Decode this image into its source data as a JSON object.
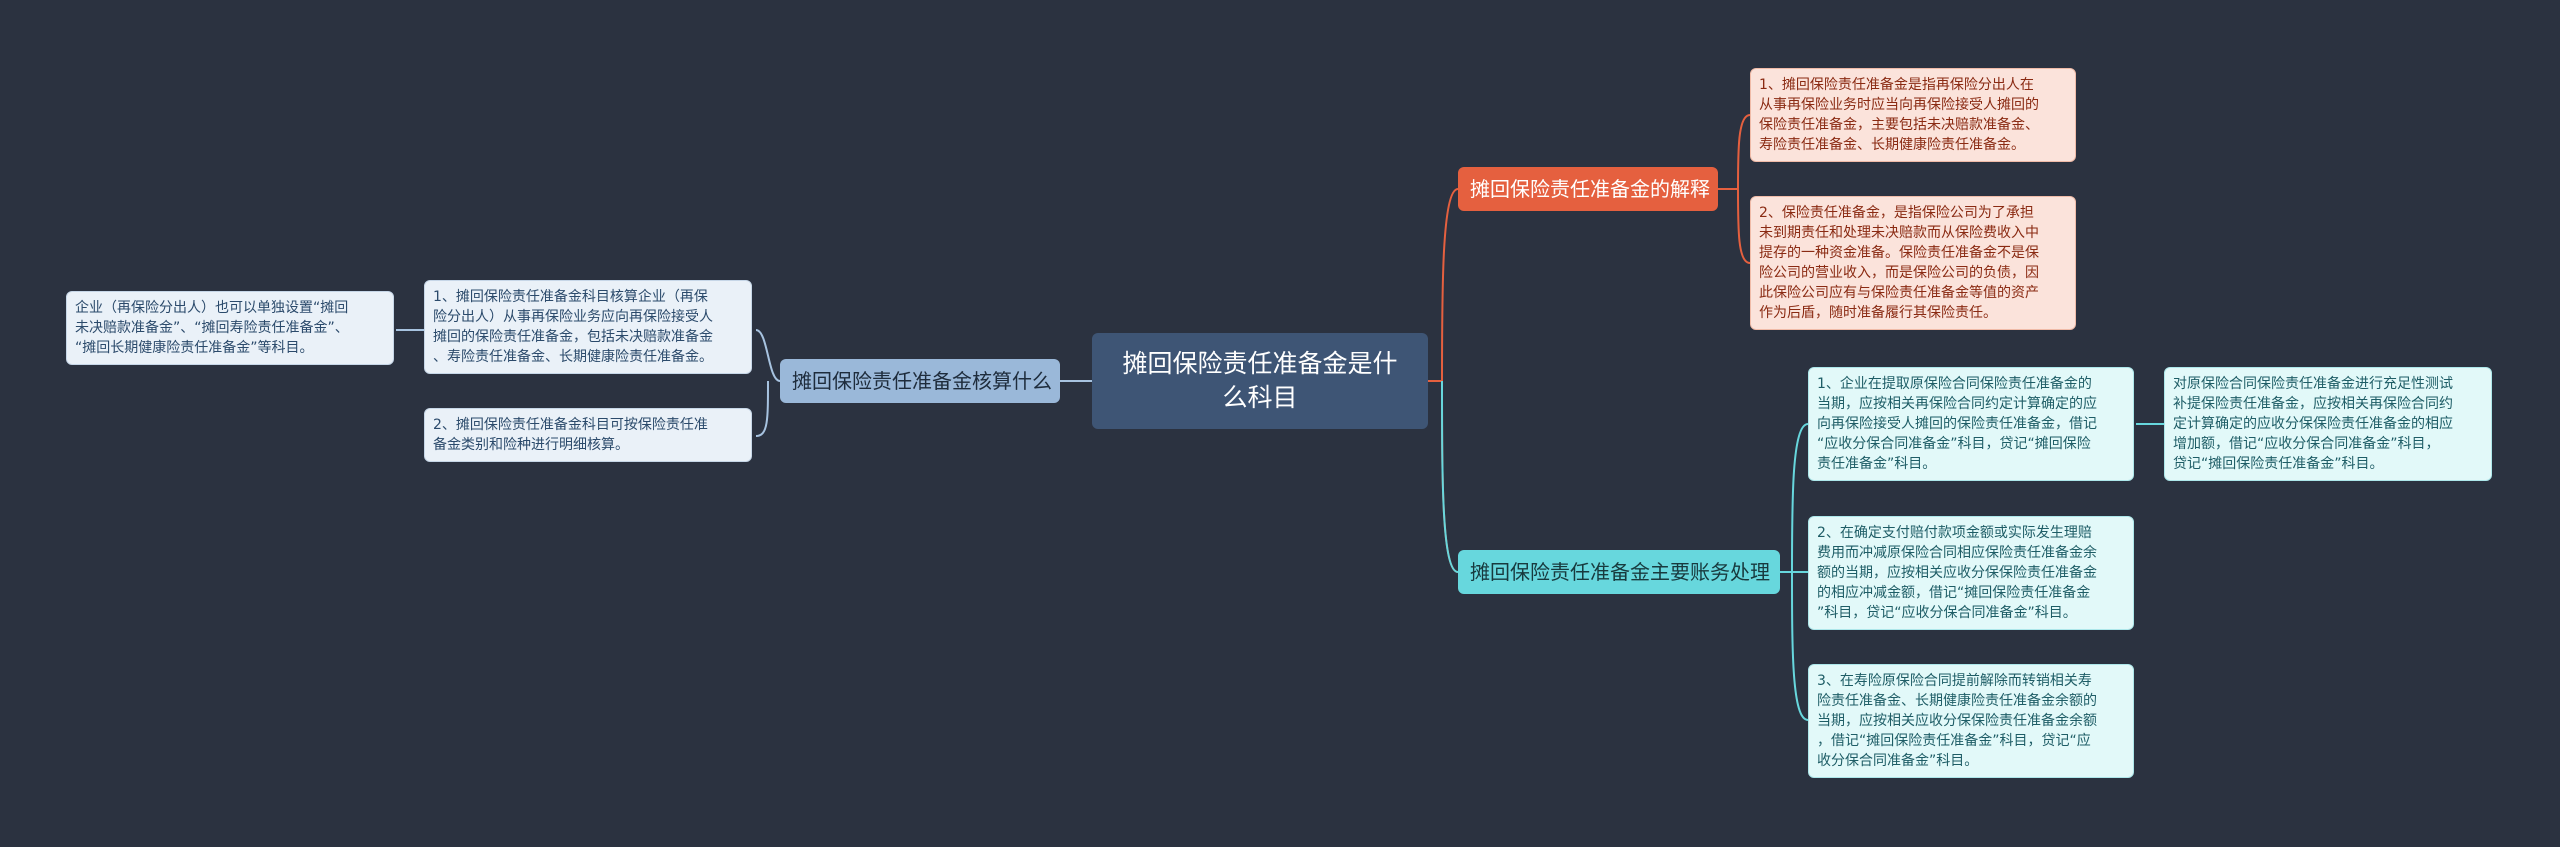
{
  "colors": {
    "background": "#2b3240",
    "root": "#3e5575",
    "left_branch": "#9ab8d9",
    "right_branch_red": "#e5603f",
    "right_branch_cyan": "#67d7dd",
    "left_line": "#a7c3e0",
    "red_line": "#e5603f",
    "cyan_line": "#67d7dd"
  },
  "root": {
    "label": "摊回保险责任准备金是什\n么科目"
  },
  "left_branch": {
    "label": "摊回保险责任准备金核算什么",
    "items": [
      "1、摊回保险责任准备金科目核算企业（再保\n险分出人）从事再保险业务应向再保险接受人\n摊回的保险责任准备金，包括未决赔款准备金\n、寿险责任准备金、长期健康险责任准备金。",
      "2、摊回保险责任准备金科目可按保险责任准\n备金类别和险种进行明细核算。"
    ],
    "sub_item": "企业（再保险分出人）也可以单独设置“摊回\n未决赔款准备金”、“摊回寿险责任准备金”、\n“摊回长期健康险责任准备金”等科目。"
  },
  "right_branch_1": {
    "label": "摊回保险责任准备金的解释",
    "items": [
      "1、摊回保险责任准备金是指再保险分出人在\n从事再保险业务时应当向再保险接受人摊回的\n保险责任准备金，主要包括未决赔款准备金、\n寿险责任准备金、长期健康险责任准备金。",
      "2、保险责任准备金，是指保险公司为了承担\n未到期责任和处理未决赔款而从保险费收入中\n提存的一种资金准备。保险责任准备金不是保\n险公司的营业收入，而是保险公司的负债，因\n此保险公司应有与保险责任准备金等值的资产\n作为后盾，随时准备履行其保险责任。"
    ]
  },
  "right_branch_2": {
    "label": "摊回保险责任准备金主要账务处理",
    "items": [
      "1、企业在提取原保险合同保险责任准备金的\n当期，应按相关再保险合同约定计算确定的应\n向再保险接受人摊回的保险责任准备金，借记\n“应收分保合同准备金”科目，贷记“摊回保险\n责任准备金”科目。",
      "2、在确定支付赔付款项金额或实际发生理赔\n费用而冲减原保险合同相应保险责任准备金余\n额的当期，应按相关应收分保保险责任准备金\n的相应冲减金额，借记“摊回保险责任准备金\n”科目，贷记“应收分保合同准备金”科目。",
      "3、在寿险原保险合同提前解除而转销相关寿\n险责任准备金、长期健康险责任准备金余额的\n当期，应按相关应收分保保险责任准备金余额\n，借记“摊回保险责任准备金”科目，贷记“应\n收分保合同准备金”科目。"
    ],
    "sub_item": "对原保险合同保险责任准备金进行充足性测试\n补提保险责任准备金，应按相关再保险合同约\n定计算确定的应收分保保险责任准备金的相应\n增加额，借记“应收分保合同准备金”科目，\n贷记“摊回保险责任准备金”科目。"
  }
}
